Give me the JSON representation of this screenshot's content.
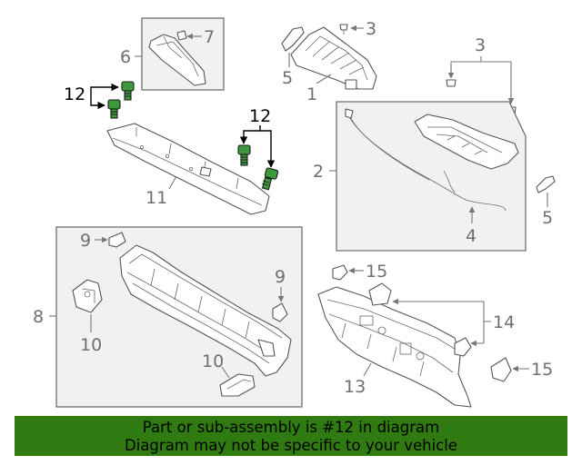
{
  "callouts": {
    "c1": "1",
    "c2": "2",
    "c3a": "3",
    "c3b": "3",
    "c4": "4",
    "c5a": "5",
    "c5b": "5",
    "c6": "6",
    "c7": "7",
    "c8": "8",
    "c9a": "9",
    "c9b": "9",
    "c10a": "10",
    "c10b": "10",
    "c11": "11",
    "c12a": "12",
    "c12b": "12",
    "c13": "13",
    "c14": "14",
    "c15a": "15",
    "c15b": "15"
  },
  "highlight": {
    "part_number": "12",
    "color": "#3c9a3c"
  },
  "banner": {
    "line1": "Part or sub-assembly is #12 in diagram",
    "line2": "Diagram may not be specific to your vehicle",
    "background": "#2f7a11"
  }
}
